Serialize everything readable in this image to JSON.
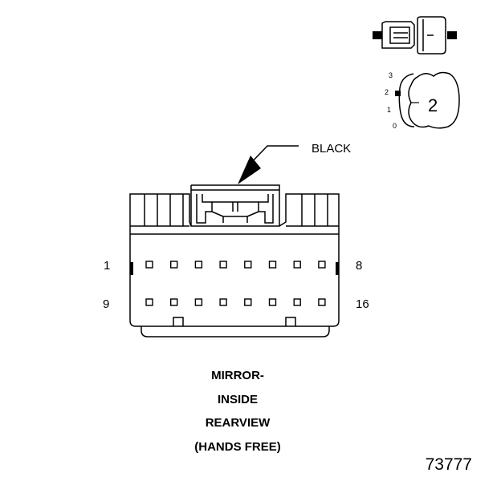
{
  "connector": {
    "color_label": "BLACK",
    "pin_first_top": "1",
    "pin_last_top": "8",
    "pin_first_bottom": "9",
    "pin_last_bottom": "16",
    "pins_per_row": 8
  },
  "locator": {
    "scale_3": "3",
    "scale_2": "2",
    "scale_1": "1",
    "scale_0": "0",
    "position_value": "2"
  },
  "caption": {
    "line1": "MIRROR-",
    "line2": "INSIDE",
    "line3": "REARVIEW",
    "line4": "(HANDS FREE)"
  },
  "figure_number": "73777"
}
